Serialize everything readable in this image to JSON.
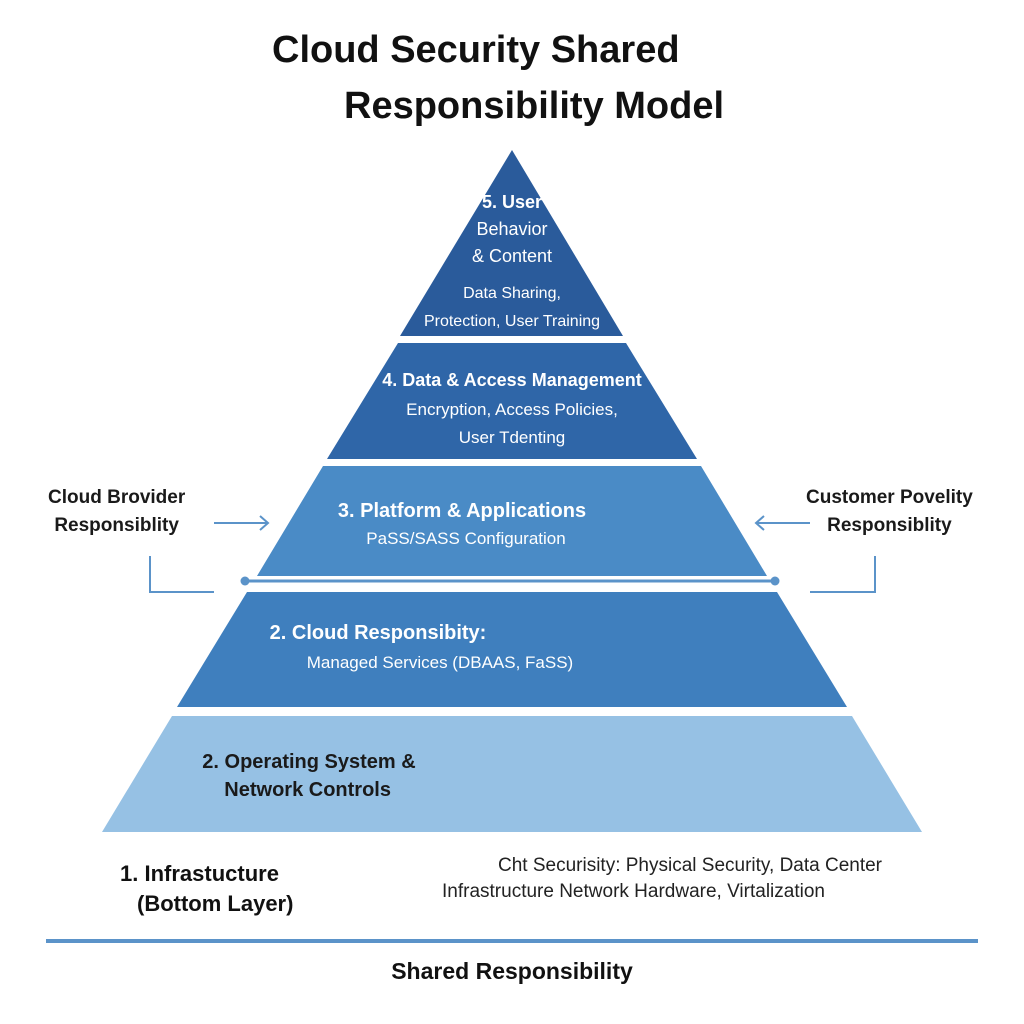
{
  "title": {
    "line1": "Cloud Security Shared",
    "line2": "Responsibility Model"
  },
  "colors": {
    "layer5": "#2a5b9b",
    "layer4": "#2f66a8",
    "layer3": "#4a8bc6",
    "layer2": "#3f7fbe",
    "layer1": "#96c1e4",
    "connector": "#5b93c9"
  },
  "layers": {
    "layer5": {
      "heading_lines": [
        "5. User",
        "Behavior",
        "& Content"
      ],
      "detail_lines": [
        "Data Sharing,",
        "Protection, User Training"
      ]
    },
    "layer4": {
      "heading": "4. Data & Access Management",
      "detail_lines": [
        "Encryption, Access Policies,",
        "User Tdenting"
      ]
    },
    "layer3": {
      "heading": "3. Platform & Applications",
      "detail": "PaSS/SASS Configuration"
    },
    "layer2": {
      "heading": "2. Cloud Responsibity:",
      "detail": "Managed Services (DBAAS, FaSS)"
    },
    "layer1": {
      "heading_lines": [
        "2. Operating System &",
        "Network Controls"
      ]
    }
  },
  "left_label": {
    "line1": "Cloud Brovider",
    "line2": "Responsiblity"
  },
  "right_label": {
    "line1": "Customer Povelity",
    "line2": "Responsiblity"
  },
  "infrastructure": {
    "heading_lines": [
      "1. Infrastucture",
      "(Bottom Layer)"
    ],
    "detail_lines": [
      "Cht Securisity: Physical Security, Data Center",
      "Infrastructure Network Hardware, Virtalization"
    ]
  },
  "footer": {
    "label": "Shared Responsibility"
  }
}
